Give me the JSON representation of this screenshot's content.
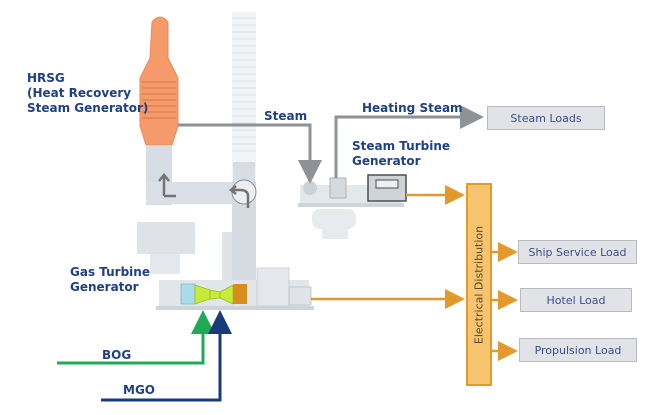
{
  "labels": {
    "hrsg_line1": "HRSG",
    "hrsg_line2": "(Heat Recovery",
    "hrsg_line3": "Steam Generator)",
    "steam": "Steam",
    "heating_steam": "Heating Steam",
    "stg_line1": "Steam Turbine",
    "stg_line2": "Generator",
    "gtg_line1": "Gas Turbine",
    "gtg_line2": "Generator",
    "bog": "BOG",
    "mgo": "MGO"
  },
  "boxes": {
    "steam_loads": "Steam Loads",
    "ship_service_load": "Ship Service Load",
    "hotel_load": "Hotel Load",
    "propulsion_load": "Propulsion Load"
  },
  "electrical_distribution": "Electrical Distribution",
  "colors": {
    "label_text": "#1f3f8a",
    "hrsg": "#f59a6a",
    "steam_line": "#8e9297",
    "electric_line": "#e29a2c",
    "bog_line": "#1faa55",
    "mgo_line": "#1a3a7c",
    "equipment": "#d8dde3"
  }
}
